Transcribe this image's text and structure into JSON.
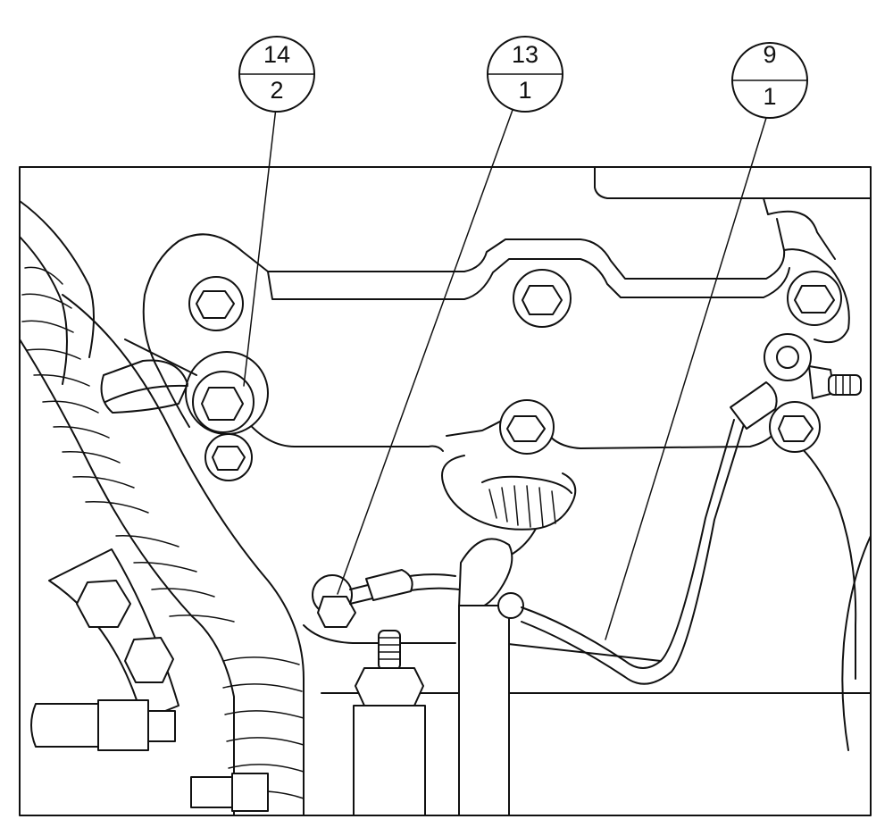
{
  "diagram": {
    "colors": {
      "ink": "#111111",
      "paper": "#ffffff"
    },
    "callouts": [
      {
        "id": "callout-14-2",
        "top": "14",
        "bottom": "2"
      },
      {
        "id": "callout-13-1",
        "top": "13",
        "bottom": "1"
      },
      {
        "id": "callout-9-1",
        "top": "9",
        "bottom": "1"
      }
    ]
  }
}
